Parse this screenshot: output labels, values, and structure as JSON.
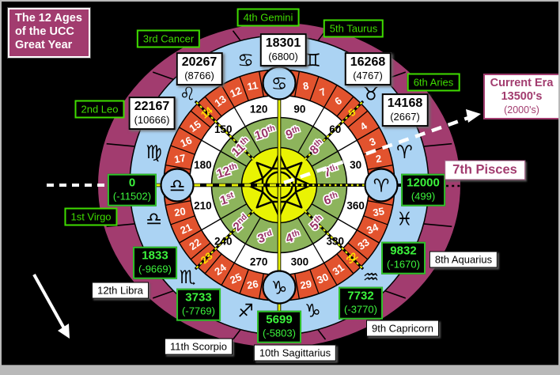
{
  "title": {
    "line1": "The 12 Ages",
    "line2": "of the UCC",
    "line3": "Great Year"
  },
  "current_era": {
    "heading": "Current Era",
    "era": "13500's",
    "sub": "(2000's)"
  },
  "colors": {
    "maroon": "#a23c6f",
    "ring_blue": "#abd3f3",
    "ring_red": "#e2532e",
    "ring_green": "#8db45c",
    "center_yellow": "#e9f303",
    "ordinal_purple": "#993366",
    "label_green": "#3fdc00",
    "year_green": "#3cf33c",
    "highlight_yellow": "#ffdf00"
  },
  "wheel": {
    "ages": [
      {
        "ordinal": "1st",
        "sign": "Virgo",
        "label": "1st Virgo",
        "year": "0",
        "prior_year": "(-11502)",
        "sector_angle": 180,
        "year_box": "dark",
        "label_style": "green"
      },
      {
        "ordinal": "2nd",
        "sign": "Leo",
        "label": "2nd Leo",
        "year": "22167",
        "prior_year": "(10666)",
        "sector_angle": 150,
        "year_box": "light",
        "label_style": "green"
      },
      {
        "ordinal": "3rd",
        "sign": "Cancer",
        "label": "3rd Cancer",
        "year": "20267",
        "prior_year": "(8766)",
        "sector_angle": 120,
        "year_box": "light",
        "label_style": "green"
      },
      {
        "ordinal": "4th",
        "sign": "Gemini",
        "label": "4th Gemini",
        "year": "18301",
        "prior_year": "(6800)",
        "sector_angle": 90,
        "year_box": "light",
        "label_style": "green"
      },
      {
        "ordinal": "5th",
        "sign": "Taurus",
        "label": "5th Taurus",
        "year": "16268",
        "prior_year": "(4767)",
        "sector_angle": 60,
        "year_box": "light",
        "label_style": "green"
      },
      {
        "ordinal": "6th",
        "sign": "Aries",
        "label": "6th Aries",
        "year": "14168",
        "prior_year": "(2667)",
        "sector_angle": 30,
        "year_box": "light",
        "label_style": "green"
      },
      {
        "ordinal": "7th",
        "sign": "Pisces",
        "label": "7th Pisces",
        "year": "12000",
        "prior_year": "(499)",
        "sector_angle": 0,
        "year_box": "dark",
        "label_style": "pisces"
      },
      {
        "ordinal": "8th",
        "sign": "Aquarius",
        "label": "8th Aquarius",
        "year": "9832",
        "prior_year": "(-1670)",
        "sector_angle": 330,
        "year_box": "dark",
        "label_style": "white"
      },
      {
        "ordinal": "9th",
        "sign": "Capricorn",
        "label": "9th Capricorn",
        "year": "7732",
        "prior_year": "(-3770)",
        "sector_angle": 300,
        "year_box": "dark",
        "label_style": "white"
      },
      {
        "ordinal": "10th",
        "sign": "Sagittarius",
        "label": "10th Sagittarius",
        "year": "5699",
        "prior_year": "(-5803)",
        "sector_angle": 270,
        "year_box": "dark",
        "label_style": "white"
      },
      {
        "ordinal": "11th",
        "sign": "Scorpio",
        "label": "11th Scorpio",
        "year": "3733",
        "prior_year": "(-7769)",
        "sector_angle": 240,
        "year_box": "dark",
        "label_style": "white"
      },
      {
        "ordinal": "12th",
        "sign": "Libra",
        "label": "12th Libra",
        "year": "1833",
        "prior_year": "(-9669)",
        "sector_angle": 210,
        "year_box": "dark",
        "label_style": "white"
      }
    ],
    "degree_labels": [
      30,
      60,
      90,
      120,
      150,
      180,
      210,
      240,
      270,
      300,
      330,
      360
    ],
    "ring_numbers": [
      2,
      3,
      4,
      5,
      6,
      7,
      8,
      11,
      12,
      13,
      14,
      15,
      16,
      17,
      20,
      21,
      22,
      23,
      24,
      25,
      26,
      29,
      30,
      31,
      32,
      33,
      34,
      35
    ],
    "highlighted_numbers": [
      5,
      14,
      23,
      32
    ],
    "zodiac_ring": [
      {
        "sign": "Aries",
        "glyph": "♈"
      },
      {
        "sign": "Taurus",
        "glyph": "♉"
      },
      {
        "sign": "Gemini",
        "glyph": "♊"
      },
      {
        "sign": "Cancer",
        "glyph": "♋"
      },
      {
        "sign": "Leo",
        "glyph": "♌"
      },
      {
        "sign": "Virgo",
        "glyph": "♍"
      },
      {
        "sign": "Libra",
        "glyph": "♎"
      },
      {
        "sign": "Scorpio",
        "glyph": "♏"
      },
      {
        "sign": "Sagittarius",
        "glyph": "♐"
      },
      {
        "sign": "Capricorn",
        "glyph": "♑"
      },
      {
        "sign": "Aquarius",
        "glyph": "♒"
      },
      {
        "sign": "Pisces",
        "glyph": "♓"
      }
    ],
    "cardinal_circles": [
      {
        "sign": "Aries",
        "glyph": "♈",
        "angle": 0
      },
      {
        "sign": "Cancer",
        "glyph": "♋",
        "angle": 90
      },
      {
        "sign": "Libra",
        "glyph": "♎",
        "angle": 180
      },
      {
        "sign": "Capricorn",
        "glyph": "♑",
        "angle": 270
      }
    ]
  }
}
